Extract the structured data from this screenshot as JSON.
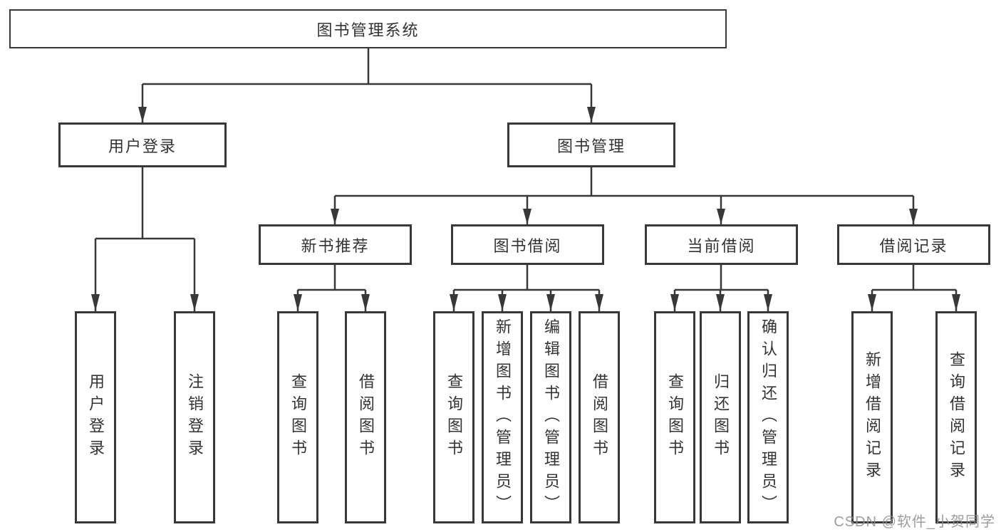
{
  "diagram": {
    "title": "图书管理系统",
    "watermark": "CSDN @软件_小贺同学",
    "colors": {
      "line": "#383838",
      "border": "#383838",
      "text": "#333333",
      "watermark": "#8c8c8c",
      "background": "#ffffff"
    },
    "nodes": {
      "root": {
        "label": "图书管理系统"
      },
      "user_login_grp": {
        "label": "用户登录"
      },
      "book_mgmt": {
        "label": "图书管理"
      },
      "new_book_rec": {
        "label": "新书推荐"
      },
      "book_borrow": {
        "label": "图书借阅"
      },
      "current_borrow": {
        "label": "当前借阅"
      },
      "borrow_records": {
        "label": "借阅记录"
      },
      "user_login": {
        "label": "用户登录"
      },
      "logout": {
        "label": "注销登录"
      },
      "nb_query": {
        "label": "查询图书"
      },
      "nb_borrow": {
        "label": "借阅图书"
      },
      "bb_query": {
        "label": "查询图书"
      },
      "bb_add": {
        "label": "新增图书（管理员）"
      },
      "bb_edit": {
        "label": "编辑图书（管理员）"
      },
      "bb_borrow": {
        "label": "借阅图书"
      },
      "cb_query": {
        "label": "查询图书"
      },
      "cb_return": {
        "label": "归还图书"
      },
      "cb_confirm": {
        "label": "确认归还（管理员）"
      },
      "br_add": {
        "label": "新增借阅记录"
      },
      "br_query": {
        "label": "查询借阅记录"
      }
    },
    "edges": [
      [
        "root",
        "user_login_grp"
      ],
      [
        "root",
        "book_mgmt"
      ],
      [
        "user_login_grp",
        "user_login"
      ],
      [
        "user_login_grp",
        "logout"
      ],
      [
        "book_mgmt",
        "new_book_rec"
      ],
      [
        "book_mgmt",
        "book_borrow"
      ],
      [
        "book_mgmt",
        "current_borrow"
      ],
      [
        "book_mgmt",
        "borrow_records"
      ],
      [
        "new_book_rec",
        "nb_query"
      ],
      [
        "new_book_rec",
        "nb_borrow"
      ],
      [
        "book_borrow",
        "bb_query"
      ],
      [
        "book_borrow",
        "bb_add"
      ],
      [
        "book_borrow",
        "bb_edit"
      ],
      [
        "book_borrow",
        "bb_borrow"
      ],
      [
        "current_borrow",
        "cb_query"
      ],
      [
        "current_borrow",
        "cb_return"
      ],
      [
        "current_borrow",
        "cb_confirm"
      ],
      [
        "borrow_records",
        "br_add"
      ],
      [
        "borrow_records",
        "br_query"
      ]
    ]
  }
}
